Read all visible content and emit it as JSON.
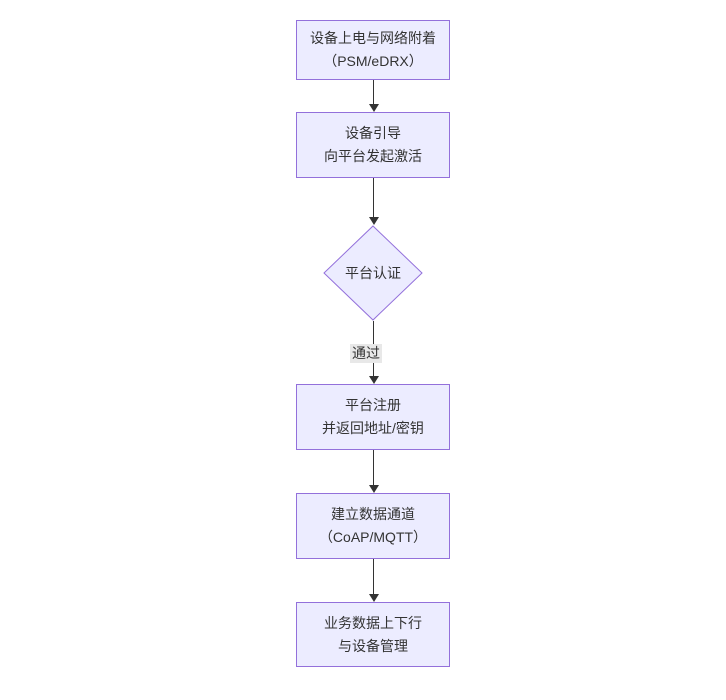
{
  "diagram": {
    "type": "flowchart",
    "direction": "top-down",
    "colors": {
      "background": "#ffffff",
      "node_fill": "#ECECFF",
      "node_border": "#9370DB",
      "text": "#333333",
      "edge": "#333333",
      "edge_label_bg": "#e8e8e8"
    },
    "nodes": [
      {
        "id": "power_attach",
        "shape": "rect",
        "lines": [
          "设备上电与网络附着",
          "（PSM/eDRX）"
        ]
      },
      {
        "id": "bootstrap",
        "shape": "rect",
        "lines": [
          "设备引导",
          "向平台发起激活"
        ]
      },
      {
        "id": "platform_auth",
        "shape": "diamond",
        "lines": [
          "平台认证"
        ]
      },
      {
        "id": "register",
        "shape": "rect",
        "lines": [
          "平台注册",
          "并返回地址/密钥"
        ]
      },
      {
        "id": "data_channel",
        "shape": "rect",
        "lines": [
          "建立数据通道",
          "（CoAP/MQTT）"
        ]
      },
      {
        "id": "business",
        "shape": "rect",
        "lines": [
          "业务数据上下行",
          "与设备管理"
        ]
      }
    ],
    "edges": [
      {
        "from": "power_attach",
        "to": "bootstrap",
        "label": ""
      },
      {
        "from": "bootstrap",
        "to": "platform_auth",
        "label": ""
      },
      {
        "from": "platform_auth",
        "to": "register",
        "label": "通过"
      },
      {
        "from": "register",
        "to": "data_channel",
        "label": ""
      },
      {
        "from": "data_channel",
        "to": "business",
        "label": ""
      }
    ]
  }
}
